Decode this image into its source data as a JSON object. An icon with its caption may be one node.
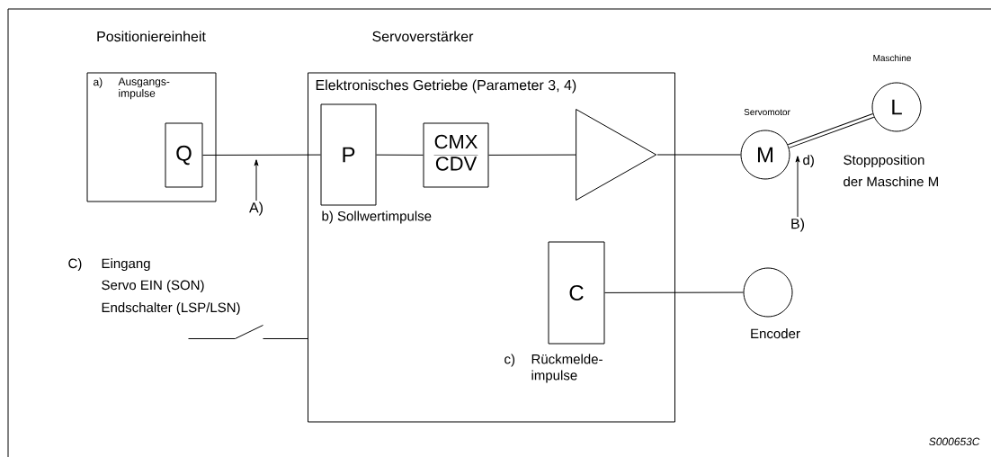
{
  "diagram": {
    "nodes": [
      {
        "text": [
          "Positioniereinheit",
          "a)",
          "Ausgangs- impulse"
        ]
      },
      {
        "text": [
          "Q"
        ],
        "in": 0
      },
      {
        "text": [
          "Servoverstärker",
          "Elektronisches Getriebe (Parameter 3, 4)"
        ]
      },
      {
        "text": [
          "P"
        ],
        "in": 2,
        "beside": [
          "b) Sollwertimpulse"
        ]
      },
      {
        "text": [
          "CMX",
          "CDV"
        ],
        "in": 2
      },
      {
        "text": [],
        "shape": "triangle",
        "in": 2
      },
      {
        "text": [
          "C"
        ],
        "in": 2,
        "beside": [
          "c)",
          "Rückmelde- impulse"
        ]
      },
      {
        "text": [
          "M"
        ],
        "beside": [
          "Servomotor"
        ]
      },
      {
        "text": [
          "L"
        ],
        "beside": [
          "Maschine"
        ]
      },
      {
        "text": [],
        "shape": "circle",
        "beside": [
          "Encoder"
        ]
      },
      {
        "text": [
          "A)"
        ]
      },
      {
        "text": [
          "B)"
        ]
      },
      {
        "text": [],
        "shape": "switch"
      }
    ],
    "edges": [
      {
        "from": 1,
        "to": 3,
        "arrow": "none"
      },
      {
        "from": 3,
        "to": 4,
        "arrow": "none"
      },
      {
        "from": 4,
        "to": 5,
        "arrow": "none"
      },
      {
        "from": 5,
        "to": 7,
        "arrow": "none"
      },
      {
        "from": 7,
        "to": 8,
        "arrow": "none",
        "style": "thick"
      },
      {
        "from": 6,
        "to": 9,
        "arrow": "none"
      },
      {
        "from": 12,
        "to": 2,
        "arrow": "none"
      },
      {
        "from": 10,
        "to": null,
        "arrow": "to"
      },
      {
        "from": 11,
        "to": 7,
        "arrow": "to"
      }
    ],
    "labels": [
      "C)",
      "Eingang",
      "Servo EIN (SON)",
      "Endschalter (LSP/LSN)",
      "d)",
      "Stoppposition",
      "der Maschine M",
      "S000653C"
    ]
  }
}
